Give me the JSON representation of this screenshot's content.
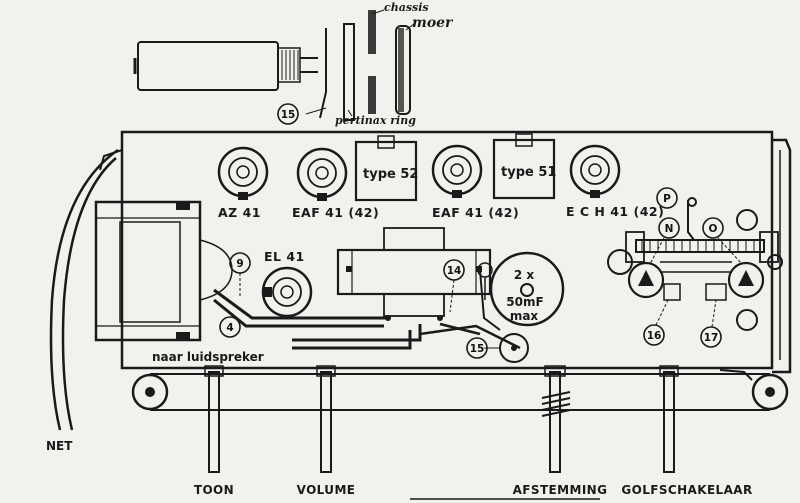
{
  "inset": {
    "chassis_label": "chassis",
    "nut_label": "moer",
    "ring_label": "pertinax ring",
    "callout_15": "15"
  },
  "tubes": {
    "az41": "AZ 41",
    "eaf41_1": "EAF 41 (42)",
    "eaf41_2": "EAF 41 (42)",
    "ech41": "E C H 41 (42)",
    "el41": "EL 41"
  },
  "transformers": {
    "type52": "type 52",
    "type51": "type 51"
  },
  "capacitor": {
    "line1": "2 x",
    "line2": "50mF",
    "line3": "max"
  },
  "callouts": {
    "c9": "9",
    "c4": "4",
    "c14": "14",
    "c15": "15",
    "c16": "16",
    "c17": "17",
    "P": "P",
    "N": "N",
    "O": "O"
  },
  "labels": {
    "speaker": "naar luidspreker",
    "mains": "NET"
  },
  "controls": {
    "tone": "TOON",
    "volume": "VOLUME",
    "tuning": "AFSTEMMING",
    "waveswitch": "GOLFSCHAKELAAR"
  }
}
